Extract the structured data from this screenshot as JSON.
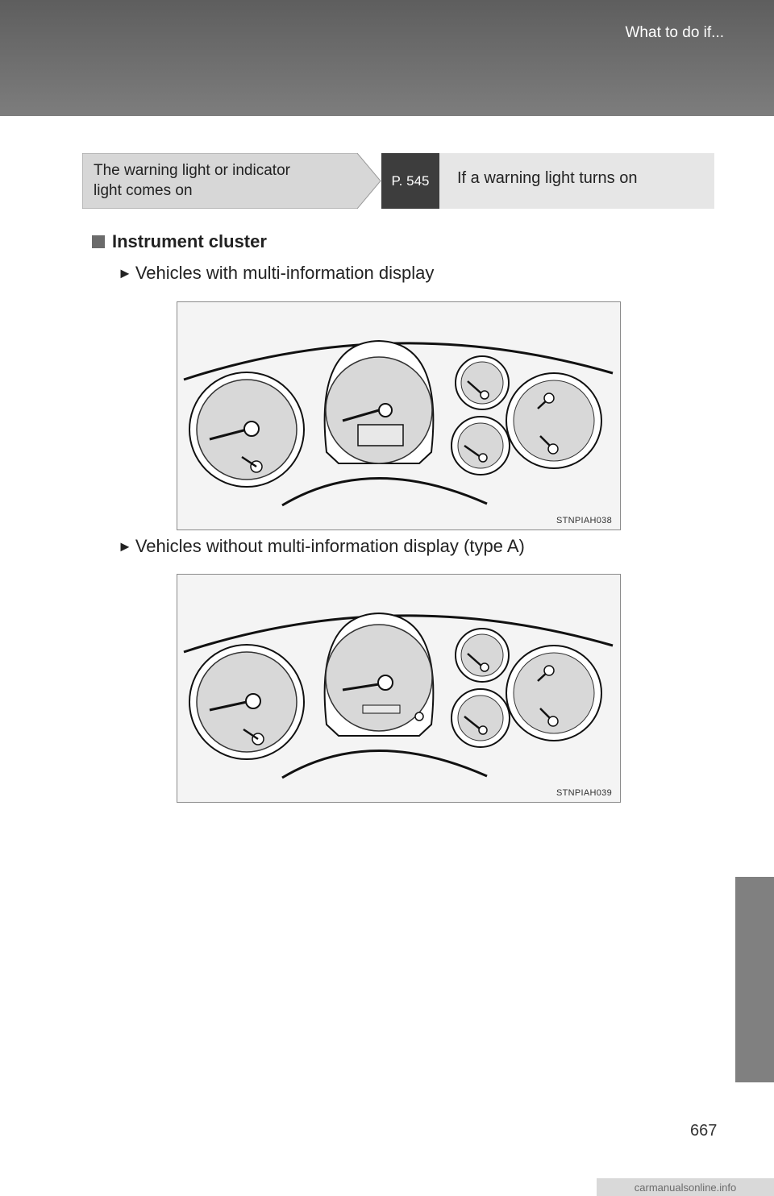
{
  "header": {
    "title": "What to do if..."
  },
  "reference": {
    "left_line1": "The warning light or indicator",
    "left_line2": "light comes on",
    "page": "P. 545",
    "right": "If a warning light turns on"
  },
  "section": {
    "heading": "Instrument cluster",
    "items": [
      {
        "label": "Vehicles with multi-information display",
        "figure_code": "STNPIAH038"
      },
      {
        "label": "Vehicles without multi-information display (type A)",
        "figure_code": "STNPIAH039"
      }
    ]
  },
  "icons": {
    "bullet": "square-bullet-icon",
    "pointer": "triangle-pointer-icon"
  },
  "page_number": "667",
  "watermark": "carmanualsonline.info"
}
